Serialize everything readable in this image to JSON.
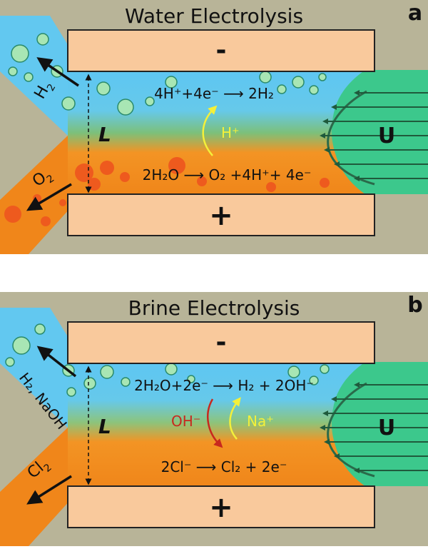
{
  "colors": {
    "background": "#b8b498",
    "electrode": "#f9c99c",
    "water": "#62c8f0",
    "mixed": "#7cc07a",
    "acid_orange": "#f08a1c",
    "flow_green": "#3cc88c",
    "bubble": "#a8e6b4",
    "o2_bubble": "#ee5a1e",
    "hplus_arrow": "#f4f03a",
    "ohminus_arrow": "#c8281e"
  },
  "panels": [
    {
      "letter": "a",
      "title": "Water Electrolysis",
      "electrode_top": "-",
      "electrode_bottom": "+",
      "gap_label": "L",
      "flow_label": "U",
      "top_outlet": {
        "main": "H",
        "sub": "2"
      },
      "bottom_outlet": {
        "main": "O",
        "sub": "2"
      },
      "cathode_reaction": "4H⁺+4e⁻ ⟶ 2H₂",
      "anode_reaction": "2H₂O ⟶ O₂ +4H⁺+ 4e⁻",
      "ion_up": "H⁺"
    },
    {
      "letter": "b",
      "title": "Brine Electrolysis",
      "electrode_top": "-",
      "electrode_bottom": "+",
      "gap_label": "L",
      "flow_label": "U",
      "top_outlet": "H₂, NaOH",
      "bottom_outlet": {
        "main": "Cl",
        "sub": "2"
      },
      "cathode_reaction": "2H₂O+2e⁻ ⟶ H₂ + 2OH⁻",
      "anode_reaction": "2Cl⁻ ⟶ Cl₂ + 2e⁻",
      "ion_down": "OH⁻",
      "ion_up": "Na⁺"
    }
  ]
}
